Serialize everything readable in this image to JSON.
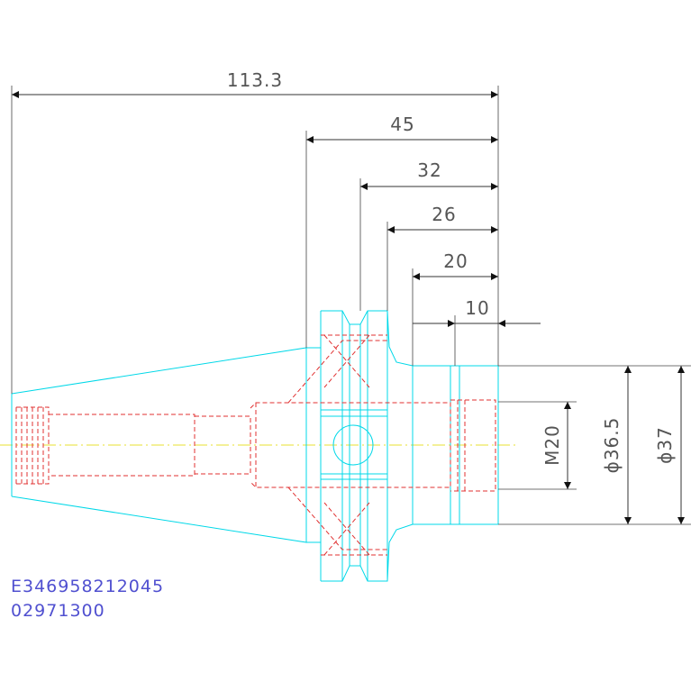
{
  "dimensions": {
    "overall_length": "113.3",
    "length_45": "45",
    "length_32": "32",
    "length_26": "26",
    "length_20": "20",
    "length_10": "10",
    "thread": "M20",
    "diameter_inner": "ϕ36.5",
    "diameter_outer": "ϕ37"
  },
  "part_codes": {
    "code_1": "E346958212045",
    "code_2": "02971300"
  },
  "colors": {
    "outline": "#00d8e8",
    "hidden_lines": "#e03030",
    "centerline": "#e8e030",
    "dimension": "#333333",
    "part_code": "#5050d0"
  }
}
